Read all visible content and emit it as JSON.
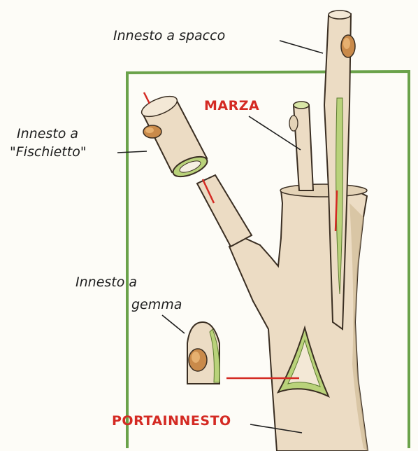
{
  "labels": {
    "spacco": "Innesto a spacco",
    "fischietto_line1": "Innesto a",
    "fischietto_line2": "\"Fischietto\"",
    "gemma_line1": "Innesto a",
    "gemma_line2": "gemma",
    "marza": "MARZA",
    "portainnesto": "PORTAINNESTO"
  },
  "colors": {
    "frame": "#6aa24a",
    "wood": "#ecdcc4",
    "wood_shade": "#d2bc98",
    "outline": "#3a2e22",
    "cambium": "#b9d27a",
    "bud": "#c98a4a",
    "red": "#d42a23"
  }
}
